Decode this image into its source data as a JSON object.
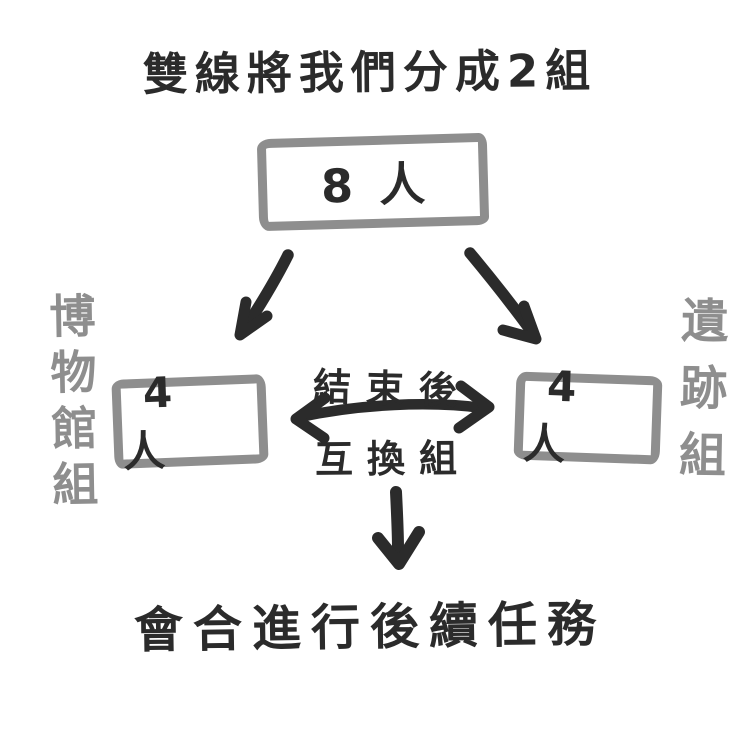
{
  "title": "雙線將我們分成2組",
  "top_box": {
    "label": "8人"
  },
  "left_group": {
    "side_label": "博物館組",
    "box_label": "4人"
  },
  "right_group": {
    "side_label": "遺跡組",
    "box_label": "4人"
  },
  "exchange_note": {
    "line1": "結束後",
    "line2": "互換組"
  },
  "bottom_note": "會合進行後續任務",
  "icons": {
    "split_left": "arrow-down-left",
    "split_right": "arrow-down-right",
    "swap": "double-headed-arrow",
    "merge": "arrow-down"
  },
  "colors": {
    "ink": "#2b2b2b",
    "gray": "#8e8e8e",
    "background": "#ffffff"
  }
}
